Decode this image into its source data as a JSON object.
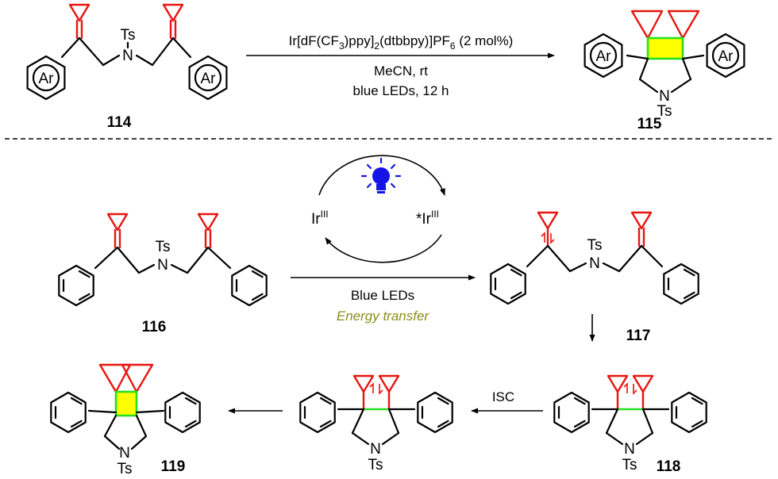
{
  "colors": {
    "exocyclic_alkene": "#e8150f",
    "new_bond": "#28e020",
    "cyclobutane_fill": "#ffff00",
    "lightbulb": "#1414e6",
    "energy_transfer_text": "#8c8c1a"
  },
  "icons": [
    "lightbulb-icon",
    "radical-arrow-icon"
  ],
  "top_scheme": {
    "reactant_number": "114",
    "product_number": "115",
    "aryl_label": "Ar",
    "tosyl_label": "Ts",
    "nitrogen_label": "N",
    "catalyst": {
      "part1": "Ir[dF(CF",
      "sub1": "3",
      "part2": ")ppy]",
      "sub2": "2",
      "part3": "(dtbbpy)]PF",
      "sub3": "6",
      "part4": " (2 mol%)"
    },
    "solvent_temp": "MeCN, rt",
    "light_time": "blue LEDs, 12 h"
  },
  "mechanism": {
    "catalyst_ground": "Ir",
    "catalyst_ground_sup": "III",
    "catalyst_excited": "*Ir",
    "catalyst_excited_sup": "III",
    "light_label": "Blue LEDs",
    "process_label": "Energy transfer",
    "isc_label": "ISC",
    "compound_numbers": [
      "116",
      "117",
      "118",
      "119"
    ]
  }
}
